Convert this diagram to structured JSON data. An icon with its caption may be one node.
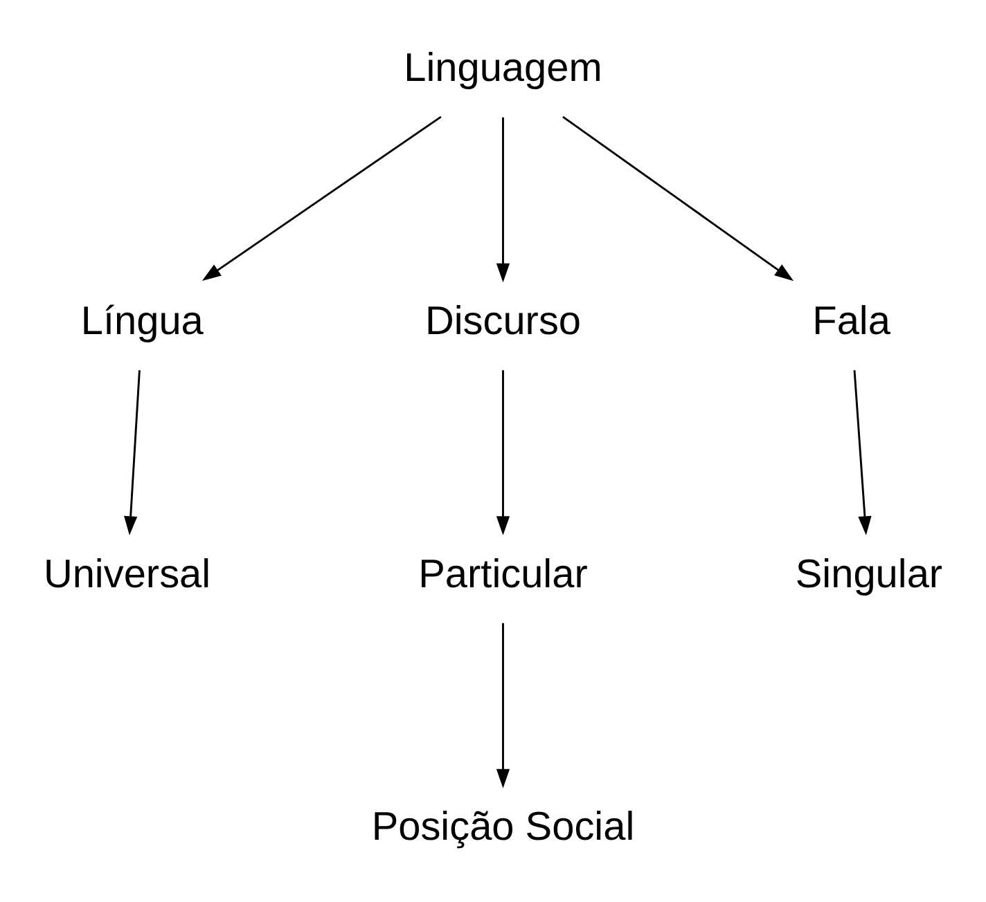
{
  "diagram": {
    "nodes": [
      {
        "text": [
          "Linguagem"
        ]
      },
      {
        "text": [
          "Língua"
        ]
      },
      {
        "text": [
          "Discurso"
        ]
      },
      {
        "text": [
          "Fala"
        ]
      },
      {
        "text": [
          "Universal"
        ]
      },
      {
        "text": [
          "Particular"
        ]
      },
      {
        "text": [
          "Singular"
        ]
      },
      {
        "text": [
          "Posição Social"
        ]
      }
    ],
    "edges": [
      {
        "from": 0,
        "to": 1,
        "arrow": "to"
      },
      {
        "from": 0,
        "to": 2,
        "arrow": "to"
      },
      {
        "from": 0,
        "to": 3,
        "arrow": "to"
      },
      {
        "from": 1,
        "to": 4,
        "arrow": "to"
      },
      {
        "from": 2,
        "to": 5,
        "arrow": "to"
      },
      {
        "from": 3,
        "to": 6,
        "arrow": "to"
      },
      {
        "from": 5,
        "to": 7,
        "arrow": "to"
      }
    ]
  }
}
